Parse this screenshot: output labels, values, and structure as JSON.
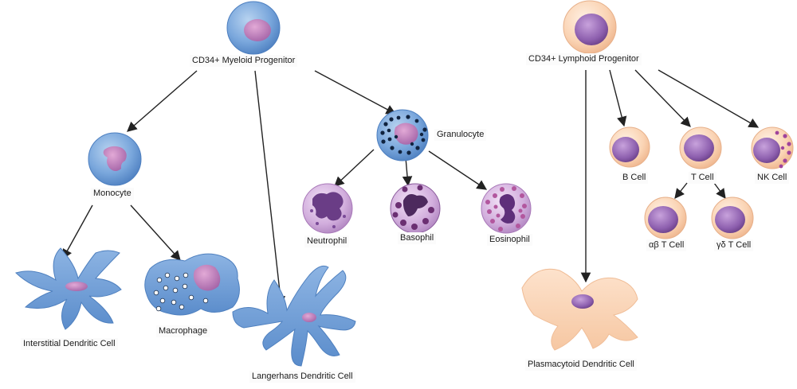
{
  "labels": {
    "myeloid_progenitor": "CD34+ Myeloid Progenitor",
    "lymphoid_progenitor": "CD34+ Lymphoid Progenitor",
    "monocyte": "Monocyte",
    "granulocyte": "Granulocyte",
    "neutrophil": "Neutrophil",
    "basophil": "Basophil",
    "eosinophil": "Eosinophil",
    "macrophage": "Macrophage",
    "interstitial_dc": "Interstitial  Dendritic Cell",
    "langerhans_dc": "Langerhans Dendritic Cell",
    "b_cell": "B Cell",
    "t_cell": "T Cell",
    "nk_cell": "NK Cell",
    "ab_t_cell": "αβ T Cell",
    "gd_t_cell": "γδ T Cell",
    "plasmacytoid_dc": "Plasmacytoid Dendritic Cell"
  },
  "colors": {
    "myeloid_blue": "#6f9fd6",
    "nucleus_purple": "#8a5fa8",
    "lymphoid_peach": "#f7c9a4",
    "granulocyte_pink": "#c9a0d6",
    "arrow": "#222222"
  }
}
